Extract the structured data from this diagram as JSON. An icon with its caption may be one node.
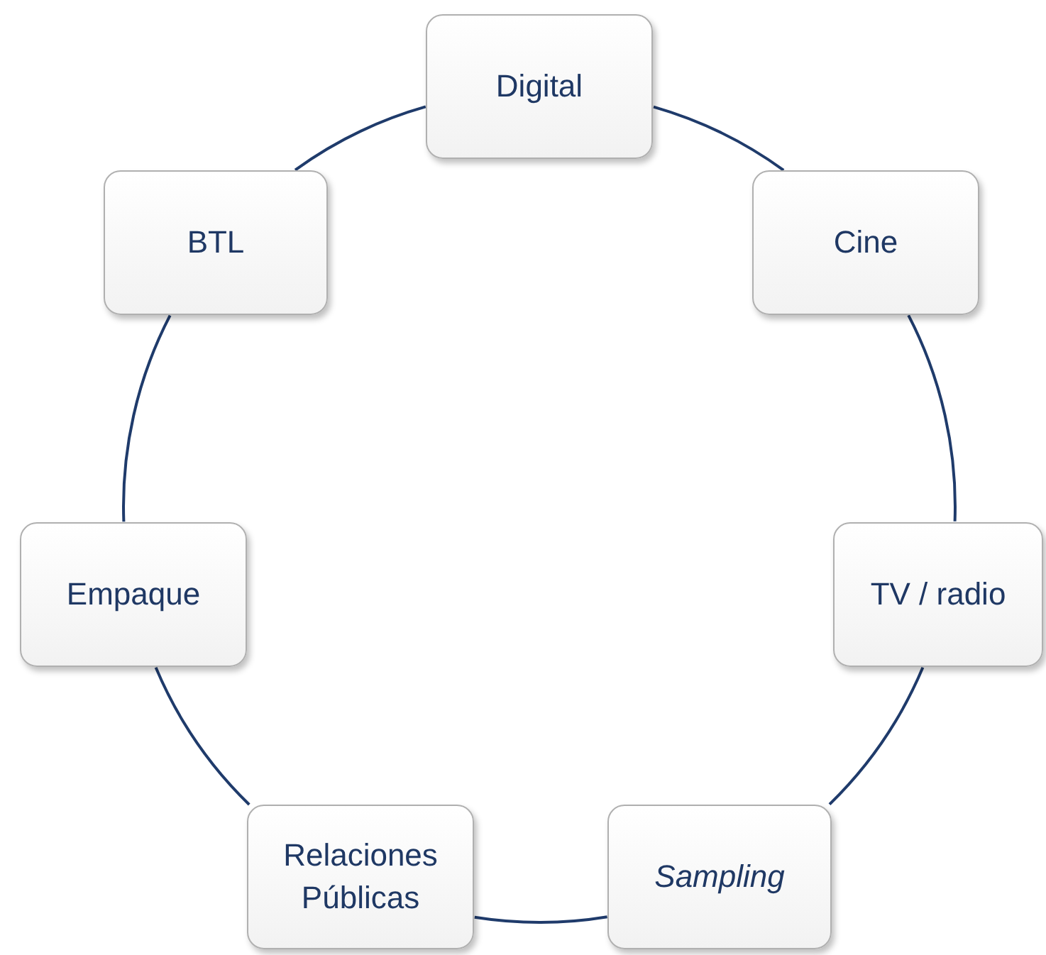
{
  "diagram": {
    "nodes": [
      {
        "text": [
          "Digital"
        ]
      },
      {
        "text": [
          "Cine"
        ]
      },
      {
        "text": [
          "TV / radio"
        ]
      },
      {
        "text": [
          "Sampling"
        ]
      },
      {
        "text": [
          "Relaciones Públicas"
        ]
      },
      {
        "text": [
          "Empaque"
        ]
      },
      {
        "text": [
          "BTL"
        ]
      }
    ],
    "edges": [
      {
        "from": 0,
        "to": 1,
        "arrow": "none"
      },
      {
        "from": 1,
        "to": 2,
        "arrow": "none"
      },
      {
        "from": 2,
        "to": 3,
        "arrow": "none"
      },
      {
        "from": 3,
        "to": 4,
        "arrow": "none"
      },
      {
        "from": 4,
        "to": 5,
        "arrow": "none"
      },
      {
        "from": 5,
        "to": 6,
        "arrow": "none"
      },
      {
        "from": 6,
        "to": 0,
        "arrow": "none"
      }
    ]
  }
}
